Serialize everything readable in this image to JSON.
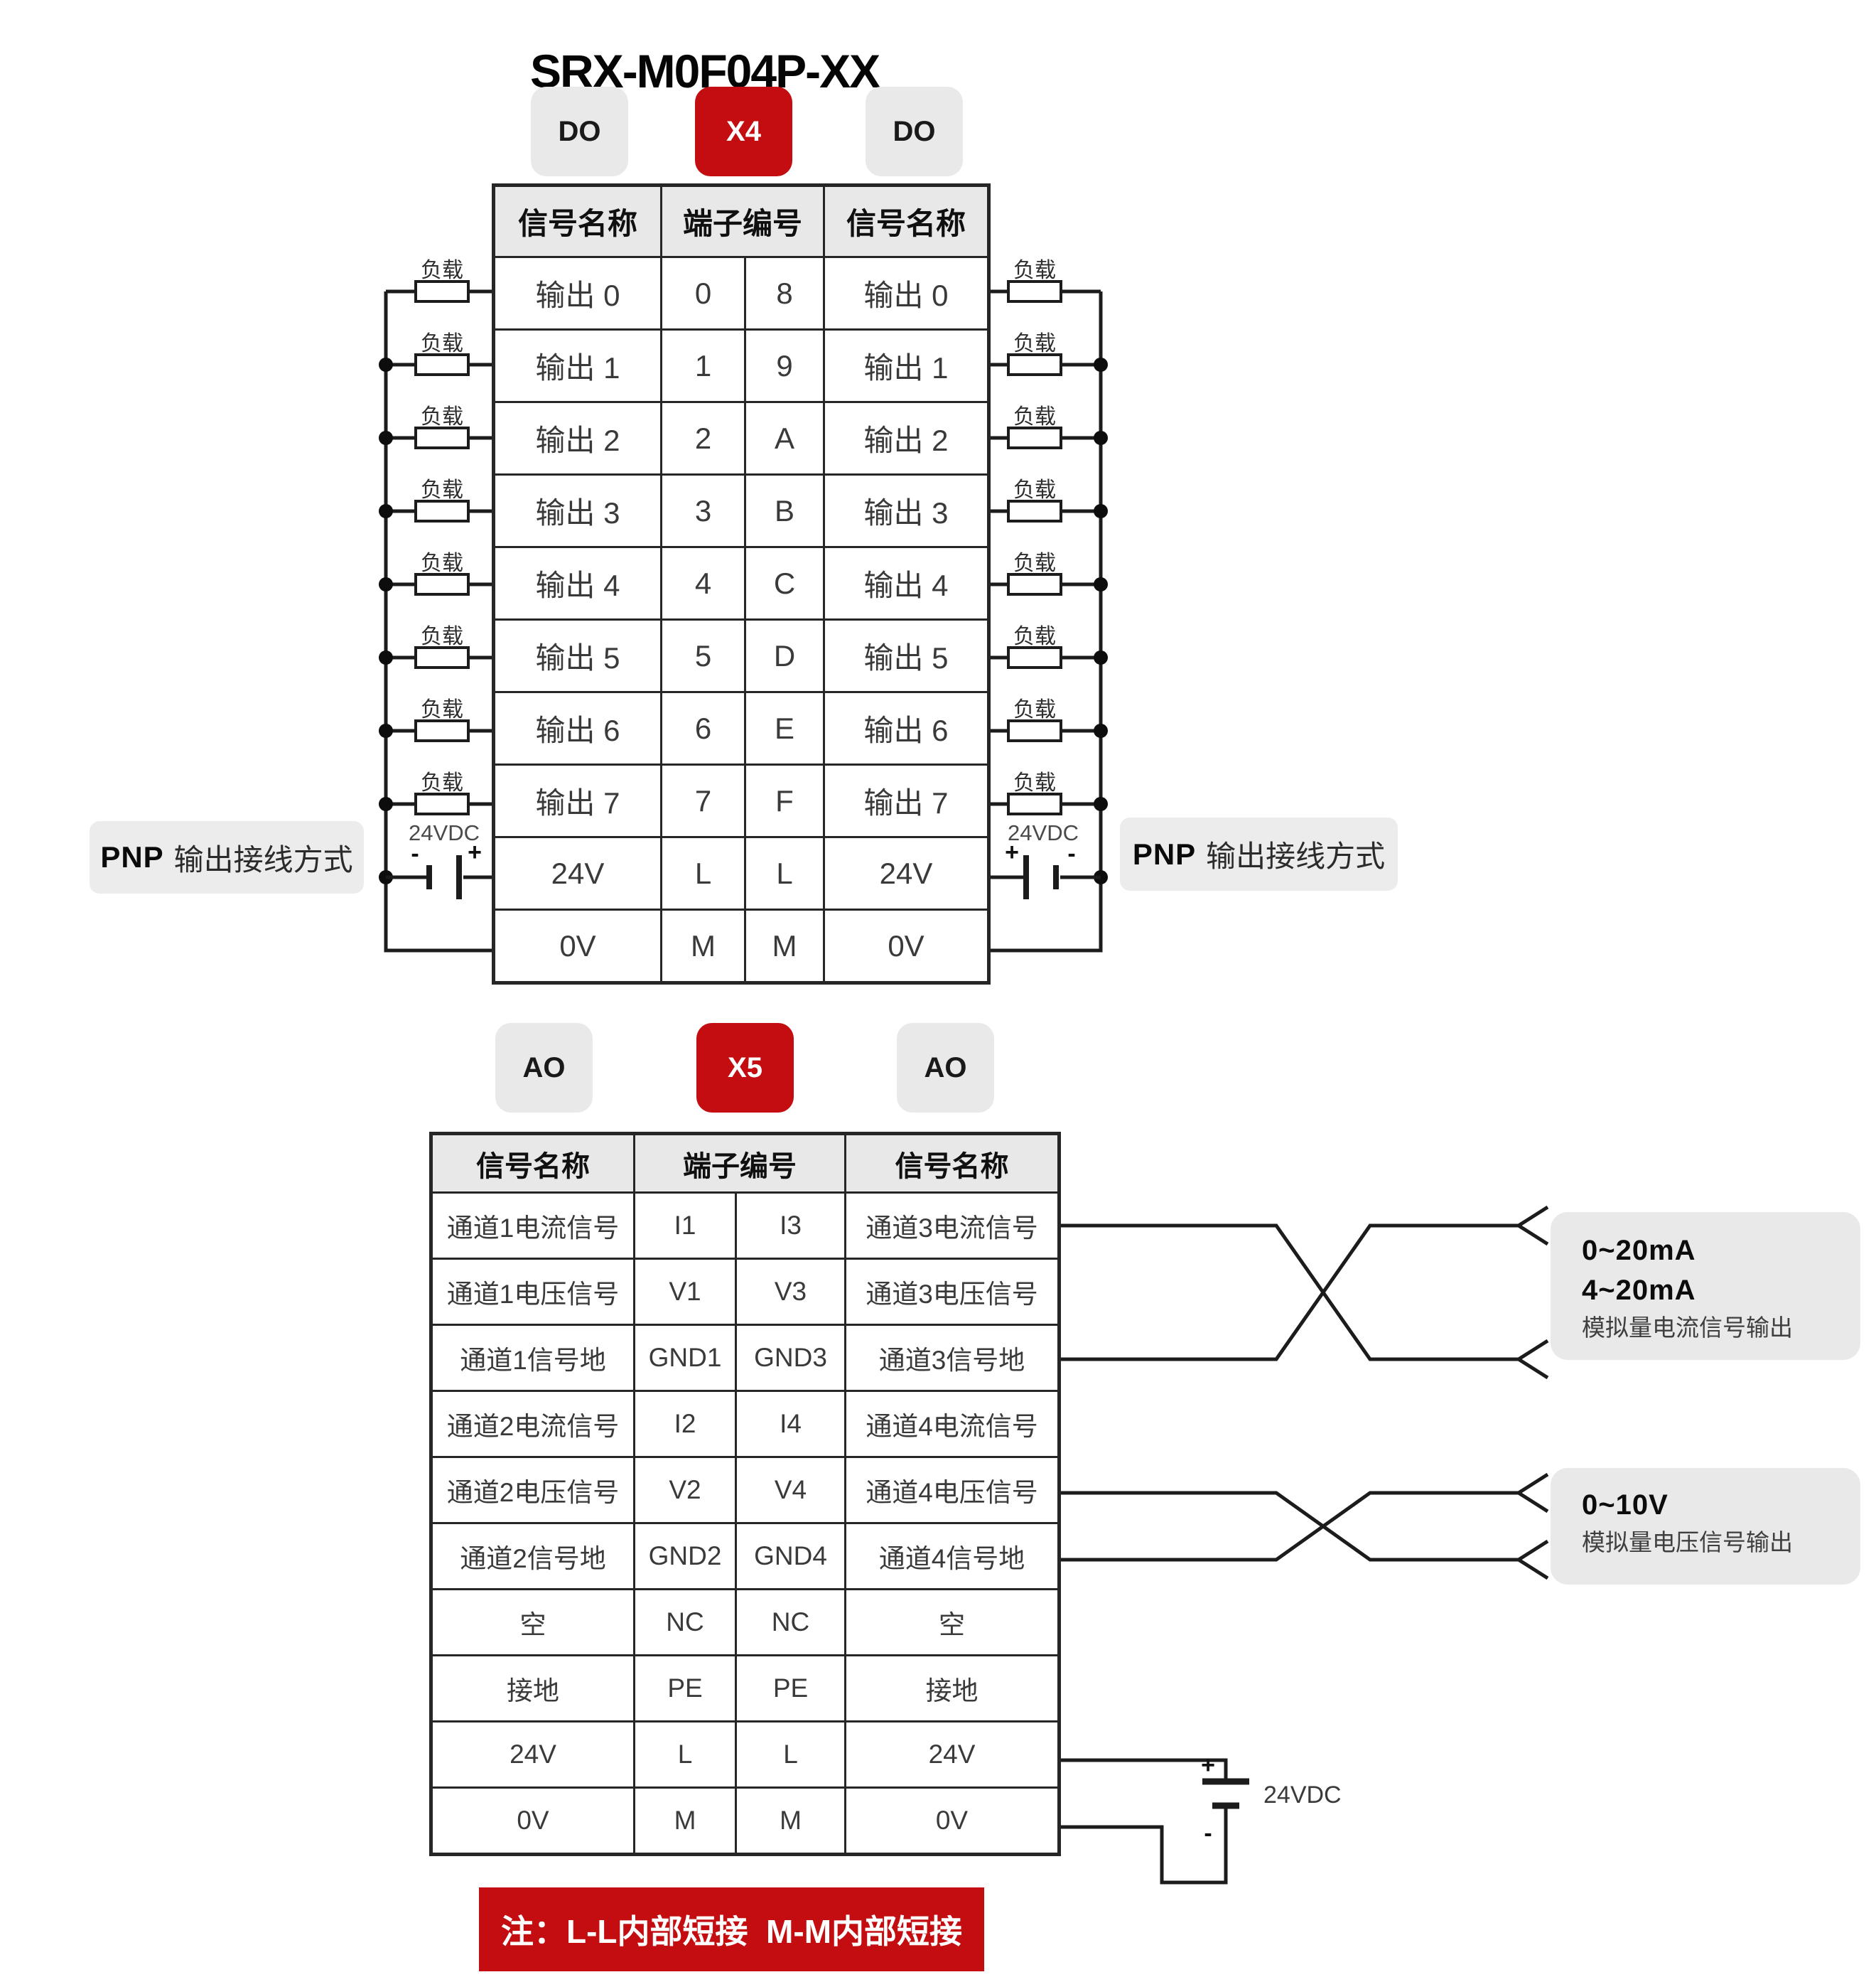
{
  "page": {
    "title": "SRX-M0F04P-XX"
  },
  "colors": {
    "accent_red": "#c30d10",
    "badge_gray": "#e9e9e9",
    "table_header_gray": "#e8e8e8",
    "label_gray": "#ececec",
    "wire": "#1c1c1c"
  },
  "shared": {
    "load_label": "负载",
    "supply_label": "24VDC",
    "plus": "+",
    "minus": "-",
    "pnp_bold": "PNP",
    "pnp_text": "输出接线方式"
  },
  "x4_section": {
    "badges": [
      {
        "label": "DO"
      },
      {
        "label": "X4"
      },
      {
        "label": "DO"
      }
    ],
    "table": {
      "headers": [
        "信号名称",
        "端子编号",
        "信号名称"
      ],
      "rows": [
        [
          "输出 0",
          "0",
          "8",
          "输出 0"
        ],
        [
          "输出 1",
          "1",
          "9",
          "输出 1"
        ],
        [
          "输出 2",
          "2",
          "A",
          "输出 2"
        ],
        [
          "输出 3",
          "3",
          "B",
          "输出 3"
        ],
        [
          "输出 4",
          "4",
          "C",
          "输出 4"
        ],
        [
          "输出 5",
          "5",
          "D",
          "输出 5"
        ],
        [
          "输出 6",
          "6",
          "E",
          "输出 6"
        ],
        [
          "输出 7",
          "7",
          "F",
          "输出 7"
        ],
        [
          "24V",
          "L",
          "L",
          "24V"
        ],
        [
          "0V",
          "M",
          "M",
          "0V"
        ]
      ]
    }
  },
  "x5_section": {
    "badges": [
      {
        "label": "AO"
      },
      {
        "label": "X5"
      },
      {
        "label": "AO"
      }
    ],
    "table": {
      "headers": [
        "信号名称",
        "端子编号",
        "信号名称"
      ],
      "rows": [
        [
          "通道1电流信号",
          "I1",
          "I3",
          "通道3电流信号"
        ],
        [
          "通道1电压信号",
          "V1",
          "V3",
          "通道3电压信号"
        ],
        [
          "通道1信号地",
          "GND1",
          "GND3",
          "通道3信号地"
        ],
        [
          "通道2电流信号",
          "I2",
          "I4",
          "通道4电流信号"
        ],
        [
          "通道2电压信号",
          "V2",
          "V4",
          "通道4电压信号"
        ],
        [
          "通道2信号地",
          "GND2",
          "GND4",
          "通道4信号地"
        ],
        [
          "空",
          "NC",
          "NC",
          "空"
        ],
        [
          "接地",
          "PE",
          "PE",
          "接地"
        ],
        [
          "24V",
          "L",
          "L",
          "24V"
        ],
        [
          "0V",
          "M",
          "M",
          "0V"
        ]
      ]
    },
    "current_note": {
      "line1": "0~20mA",
      "line2": "4~20mA",
      "line3": "模拟量电流信号输出"
    },
    "voltage_note": {
      "line1": "0~10V",
      "line2": "模拟量电压信号输出"
    }
  },
  "footer": {
    "note": "注：L-L内部短接  M-M内部短接"
  }
}
